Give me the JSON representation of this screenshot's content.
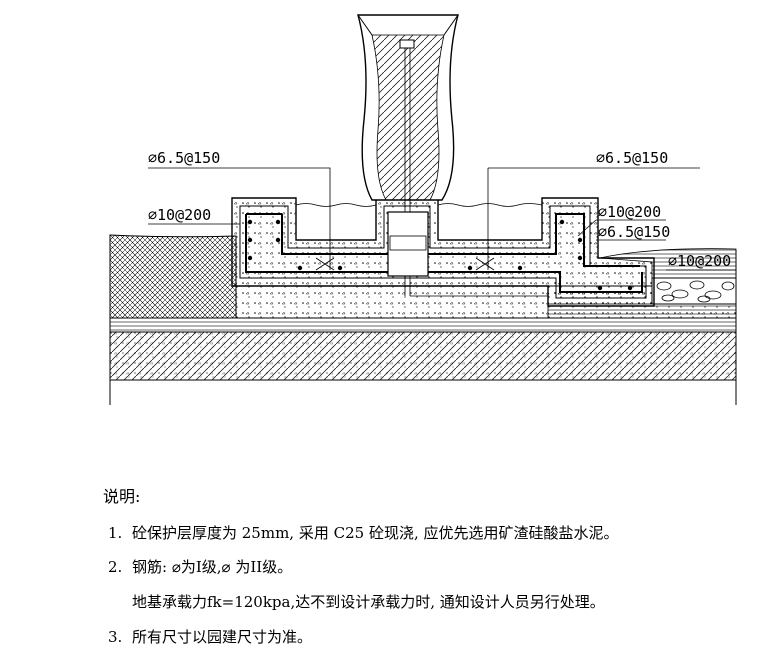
{
  "drawing": {
    "rebar_labels": {
      "left_top": "⌀6.5@150",
      "right_top": "⌀6.5@150",
      "left_side": "⌀10@200",
      "right_upper": "⌀10@200",
      "right_middle": "⌀6.5@150",
      "right_lower": "⌀10@200"
    }
  },
  "notes": {
    "heading": "说明:",
    "items": [
      {
        "num": "1.",
        "text": "砼保护层厚度为 25mm, 采用 C25 砼现浇, 应优先选用矿渣硅酸盐水泥。"
      },
      {
        "num": "2.",
        "text": "钢筋: ⌀为I级,⌀ 为II级。"
      },
      {
        "num": "",
        "text": "地基承载力fk=120kpa,达不到设计承载力时, 通知设计人员另行处理。"
      },
      {
        "num": "3.",
        "text": "所有尺寸以园建尺寸为准。"
      }
    ]
  }
}
